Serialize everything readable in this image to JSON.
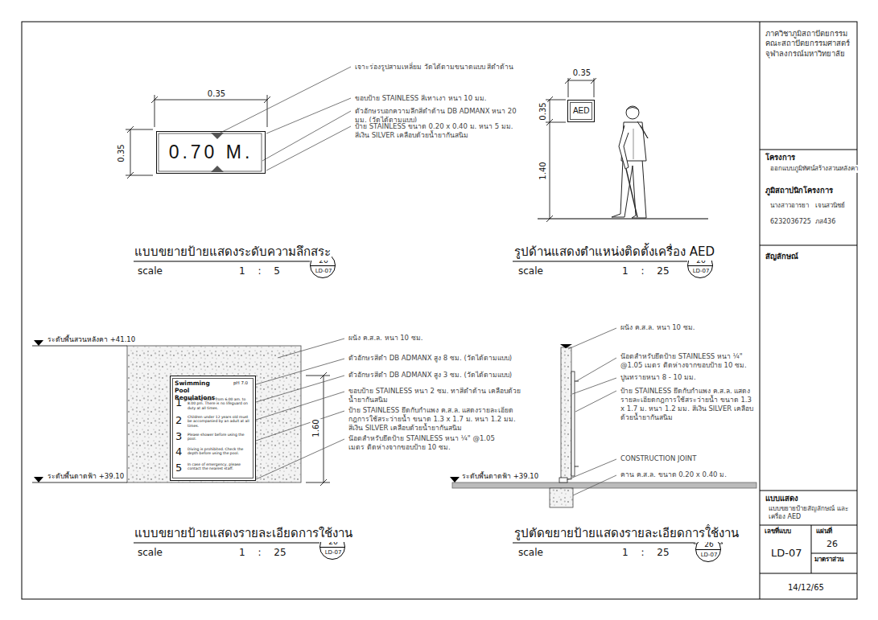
{
  "diagram": {
    "nodes": [
      {
        "text": [
          "0.70 M."
        ]
      },
      {
        "text": [
          "26",
          "LD-07"
        ]
      },
      {
        "text": [
          "AED"
        ]
      },
      {
        "text": [
          "26",
          "LD-07"
        ]
      },
      {
        "text": [
          "Swimming Pool Regulations",
          "pH 7.0",
          "1",
          "Opening hours from 6.00 am. to 8.00 pm. There is no lifeguard on duty at all times.",
          "2",
          "Children under 12 years old must be accompanied by an adult at all times.",
          "3",
          "Please shower before using the pool.",
          "4",
          "Diving is prohibited. Check the depth before using the pool.",
          "5",
          "In case of emergency, please contact the nearest staff."
        ]
      },
      {
        "text": [
          "26",
          "LD-07"
        ]
      },
      {
        "text": [
          "26",
          "LD-07"
        ]
      }
    ],
    "labels": [
      "เจาะร่องรูปสามเหลี่ยม วัดได้ตามขนาดแบบ สีดำด้าน",
      "ขอบป้าย STAINLESS สีเทาเงา หนา 10 มม.",
      "ตัวอักษรบอกความลึกสีดำด้าน DB ADMANX หนา 20 มม. (วัดได้ตามแบบ)",
      "ป้าย STAINLESS ขนาด 0.20 x 0.40 ม. หนา 5 มม. สีเงิน SILVER เคลือบด้วยน้ำยากันสนิม",
      "0.35",
      "0.35",
      "แบบขยายป้ายแสดงระดับความลึกสระ",
      "scale",
      "1 : 5",
      "0.35",
      "0.35",
      "1.40",
      "รูปด้านแสดงตำแหน่งติดตั้งเครื่อง AED",
      "scale",
      "1 : 25",
      "ระดับพื้นสวนหลังคา +41.10",
      "ระดับพื้นดาดฟ้า +39.10",
      "1.60",
      "ผนัง ค.ส.ล. หนา 10 ซม.",
      "ตัวอักษรสีดำ DB ADMANX สูง 8 ซม. (วัดได้ตามแบบ)",
      "ตัวอักษรสีดำ DB ADMANX สูง 3 ซม. (วัดได้ตามแบบ)",
      "ขอบป้าย STAINLESS หนา 2 ซม. ทาสีดำด้าน เคลือบด้วยน้ำยากันสนิม",
      "ป้าย STAINLESS ยึดกับกำแพง ค.ส.ล. แสดงรายละเอียดกฎการใช้สระว่ายน้ำ ขนาด 1.3 x 1.7 ม. หนา 1.2 มม. สีเงิน SILVER เคลือบด้วยน้ำยากันสนิม",
      "น๊อตสำหรับยึดป้าย STAINLESS หนา ¼\" @1.05 เมตร ติดห่างจากขอบป้าย 10 ซม.",
      "แบบขยายป้ายแสดงรายละเอียดการใช้งาน",
      "scale",
      "1 : 25",
      "ผนัง ค.ส.ล. หนา 10 ซม.",
      "น๊อตสำหรับยึดป้าย STAINLESS หนา ¼\" @1.05 เมตร ติดห่างจากขอบป้าย 10 ซม.",
      "ปูนทรายหนา 8 - 10 มม.",
      "ป้าย STAINLESS ยึดกับกำแพง ค.ส.ล. แสดงรายละเอียดกฎการใช้สระว่ายน้ำ ขนาด 1.3 x 1.7 ม. หนา 1.2 มม. สีเงิน SILVER เคลือบด้วยน้ำยากันสนิม",
      "CONSTRUCTION JOINT",
      "คาน ค.ส.ล. ขนาด 0.20 x 0.40 ม.",
      "ระดับพื้นดาดฟ้า +39.10",
      "รูปตัดขยายป้ายแสดงรายละเอียดการใช้งาน",
      "scale",
      "1 : 25",
      "ภาควิชาภูมิสถาปัตยกรรม คณะสถาปัตยกรรมศาสตร์ จุฬาลงกรณ์มหาวิทยาลัย",
      "โครงการ",
      "ออกแบบภูมิทัศน์สร้างสวนหลังคา",
      "ภูมิสถาปนิกโครงการ",
      "นางสาวอารยา",
      "เจนสวนิชย์",
      "6232036725",
      "ภส436",
      "สัญลักษณ์",
      "แบบแสดง",
      "แบบขยายป้ายสัญลักษณ์ และเครื่อง AED",
      "เลขที่แบบ",
      "LD-07",
      "แผ่นที่",
      "26",
      "มาตราส่วน",
      "14/12/65"
    ]
  }
}
